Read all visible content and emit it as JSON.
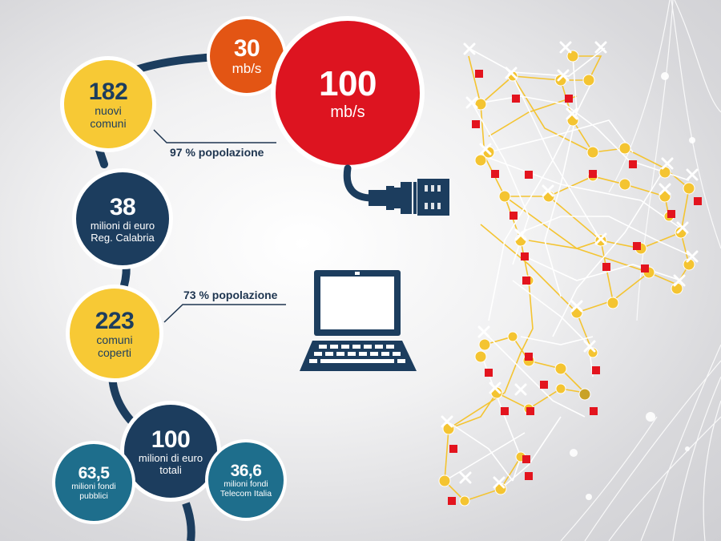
{
  "colors": {
    "navy": "#1c3d5e",
    "yellow": "#f7c935",
    "orange": "#e35514",
    "red": "#dd1420",
    "teal": "#1e6e8c",
    "map_white": "#ffffff",
    "map_yellow": "#f4c431",
    "map_red": "#e3141e"
  },
  "circles": {
    "speed_30": {
      "value": "30",
      "label": "mb/s"
    },
    "speed_100": {
      "value": "100",
      "label": "mb/s"
    },
    "new_municipalities": {
      "value": "182",
      "label_1": "nuovi",
      "label_2": "comuni"
    },
    "regional_funds": {
      "value": "38",
      "label_1": "milioni di euro",
      "label_2": "Reg. Calabria"
    },
    "covered_municipalities": {
      "value": "223",
      "label_1": "comuni",
      "label_2": "coperti"
    },
    "total_funds": {
      "value": "100",
      "label_1": "milioni di euro",
      "label_2": "totali"
    },
    "public_funds": {
      "value": "63,5",
      "label_1": "milioni fondi",
      "label_2": "pubblici"
    },
    "telecom_funds": {
      "value": "36,6",
      "label_1": "milioni fondi",
      "label_2": "Telecom Italia"
    }
  },
  "notes": {
    "population_97": "97 % popolazione",
    "population_73": "73 % popolazione"
  },
  "icons": {
    "ethernet": "ethernet-cable-icon",
    "laptop": "laptop-icon"
  }
}
